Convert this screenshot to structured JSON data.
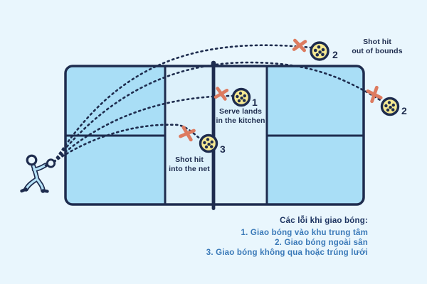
{
  "annotations": {
    "serve_kitchen": {
      "number": "1",
      "label": "Serve lands\nin the kitchen"
    },
    "out_of_bounds_top": {
      "number": "2",
      "label": "Shot hit\nout of bounds"
    },
    "out_of_bounds_right": {
      "number": "2"
    },
    "net_fault": {
      "number": "3",
      "label": "Shot hit\ninto the net"
    }
  },
  "legend": {
    "heading": "Các lỗi khi giao bóng:",
    "items": [
      "1. Giao bóng vào khu trung tâm",
      "2. Giao bóng ngoài sân",
      "3. Giao bóng không qua hoặc trúng lưới"
    ]
  },
  "icons": {
    "ball": "pickleball-icon",
    "fault": "fault-x-icon",
    "player": "serving-player-icon"
  },
  "colors": {
    "background": "#e9f6fd",
    "court_service_area": "#a9def6",
    "court_kitchen": "#ddf1fb",
    "line_navy": "#1e2c4e",
    "fault_x": "#dd7b60",
    "ball_fill": "#f6e992",
    "legend_heading": "#1d3461",
    "legend_items": "#3a79b8"
  }
}
